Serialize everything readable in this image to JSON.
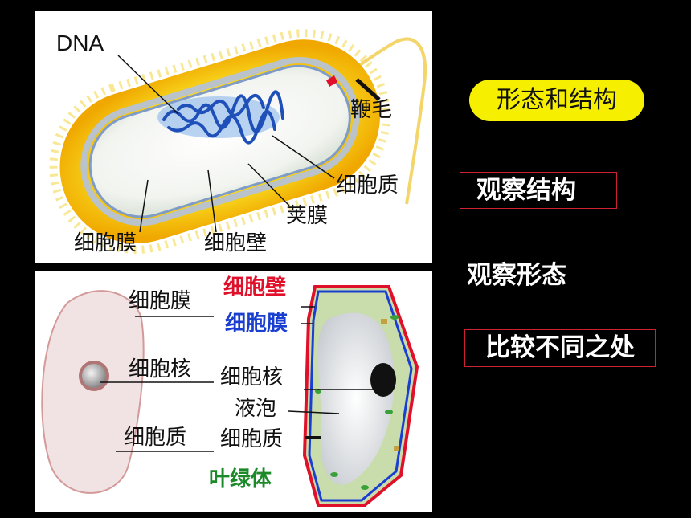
{
  "bacteria": {
    "labels": {
      "dna": "DNA",
      "flagellum": "鞭毛",
      "cytoplasm": "细胞质",
      "capsule": "荚膜",
      "membrane": "细胞膜",
      "wall": "细胞壁"
    }
  },
  "animal_cell": {
    "labels": {
      "membrane": "细胞膜",
      "nucleus": "细胞核",
      "cytoplasm": "细胞质"
    }
  },
  "plant_cell": {
    "labels": {
      "wall": "细胞壁",
      "membrane": "细胞膜",
      "nucleus": "细胞核",
      "vacuole": "液泡",
      "cytoplasm": "细胞质",
      "chloroplast": "叶绿体"
    },
    "colors": {
      "wall": "#e0102a",
      "membrane": "#1a3fd0",
      "chloroplast": "#1c8a2a"
    }
  },
  "sidebar": {
    "pill": "形态和结构",
    "observe_structure": "观察结构",
    "observe_shape": "观察形态",
    "compare": "比较不同之处"
  }
}
